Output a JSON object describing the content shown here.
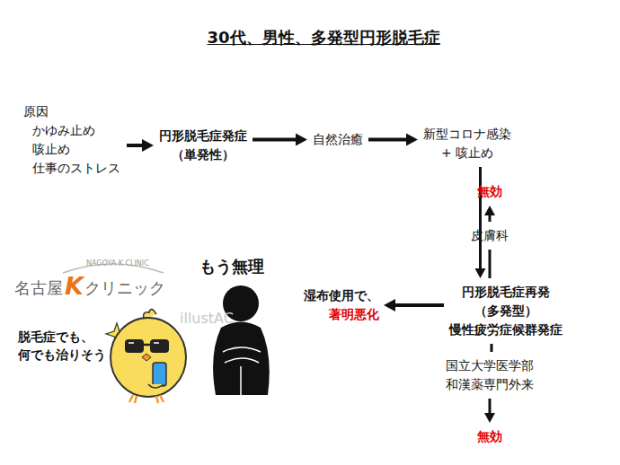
{
  "diagram": {
    "title": "30代、男性、多発型円形脱毛症",
    "nodes": [
      {
        "text": [
          "原因",
          "かゆみ止め 咳止め 仕事のストレス"
        ]
      },
      {
        "text": [
          "円形脱毛症発症 （単発性）"
        ]
      },
      {
        "text": [
          "自然治癒"
        ]
      },
      {
        "text": [
          "新型コロナ感染 + 咳止め"
        ]
      },
      {
        "text": [
          "円形脱毛症再発 （多発型） 慢性疲労症候群発症"
        ]
      },
      {
        "text": [
          "皮膚科"
        ]
      },
      {
        "text": [
          "無効"
        ]
      },
      {
        "text": [
          "湿布使用で、",
          "著明悪化"
        ]
      },
      {
        "text": [
          "国立大学医学部 和漢薬専門外来"
        ]
      },
      {
        "text": [
          "無効"
        ]
      }
    ],
    "edges": [
      {
        "from": 0,
        "to": 1,
        "arrow": "to"
      },
      {
        "from": 1,
        "to": 2,
        "arrow": "to"
      },
      {
        "from": 2,
        "to": 3,
        "arrow": "to"
      },
      {
        "from": 3,
        "to": 4,
        "arrow": "to"
      },
      {
        "from": 4,
        "to": 5,
        "arrow": "none"
      },
      {
        "from": 5,
        "to": 6,
        "arrow": "to"
      },
      {
        "from": 4,
        "to": 7,
        "arrow": "to"
      },
      {
        "from": 4,
        "to": 8,
        "arrow": "none"
      },
      {
        "from": 8,
        "to": 9,
        "arrow": "to"
      }
    ],
    "labels": [
      "もう無理",
      "名古屋",
      "K",
      "クリニック",
      "NAGOYA K CLINIC",
      "脱毛症でも、 何でも治りそう",
      "illustAC"
    ]
  }
}
